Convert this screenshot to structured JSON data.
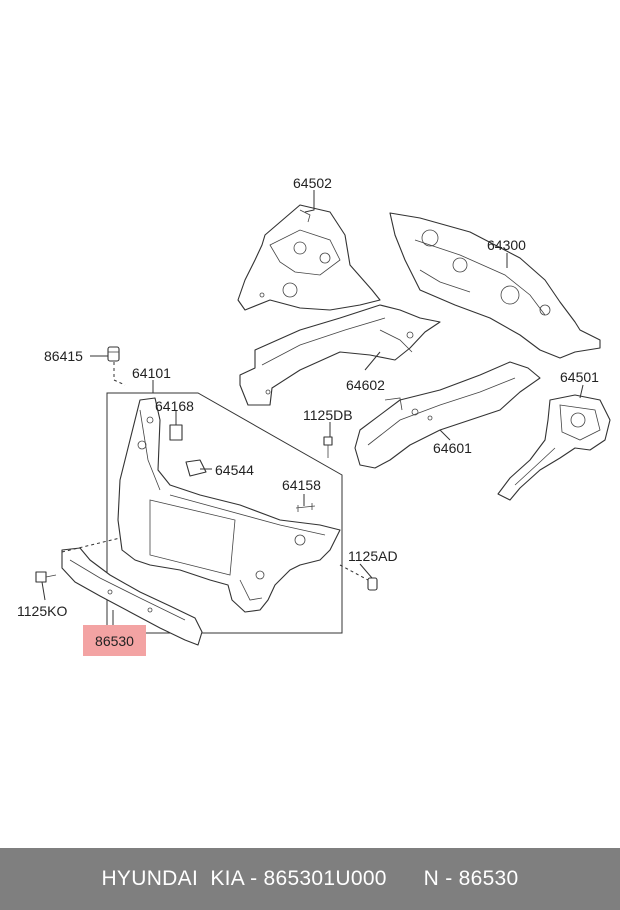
{
  "callouts": {
    "p64502": "64502",
    "p64300": "64300",
    "p86415": "86415",
    "p64101": "64101",
    "p64168": "64168",
    "p1125DB": "1125DB",
    "p64602": "64602",
    "p64501": "64501",
    "p64601": "64601",
    "p64544": "64544",
    "p64158": "64158",
    "p1125AD": "1125AD",
    "p1125KO": "1125KO",
    "p86530": "86530"
  },
  "highlight_color": "#f3a3a3",
  "footer": {
    "brand": "HYUNDAI  KIA - 865301U000",
    "ref": "N - 86530"
  }
}
